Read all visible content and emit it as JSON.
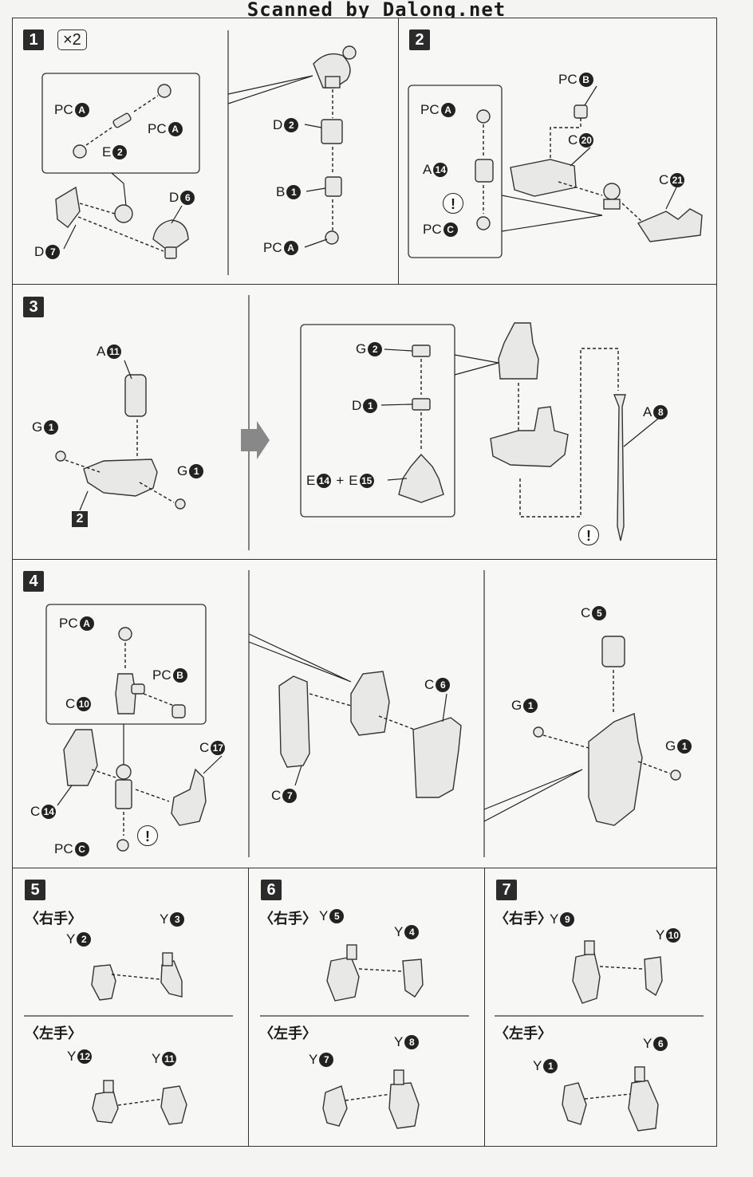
{
  "header": {
    "text": "Scanned_by_Dalong.net"
  },
  "steps": {
    "s1": {
      "number": "1",
      "multiplier": "×2",
      "labels": [
        {
          "prefix": "PC",
          "id": "A"
        },
        {
          "prefix": "PC",
          "id": "A"
        },
        {
          "prefix": "E",
          "id": "2"
        },
        {
          "prefix": "D",
          "id": "6"
        },
        {
          "prefix": "D",
          "id": "7"
        },
        {
          "prefix": "D",
          "id": "2"
        },
        {
          "prefix": "B",
          "id": "1"
        },
        {
          "prefix": "PC",
          "id": "A"
        }
      ]
    },
    "s2": {
      "number": "2",
      "labels": [
        {
          "prefix": "PC",
          "id": "B"
        },
        {
          "prefix": "PC",
          "id": "A"
        },
        {
          "prefix": "C",
          "id": "20"
        },
        {
          "prefix": "A",
          "id": "14"
        },
        {
          "prefix": "C",
          "id": "21"
        },
        {
          "prefix": "PC",
          "id": "C"
        }
      ],
      "warn": "!"
    },
    "s3": {
      "number": "3",
      "labels": [
        {
          "prefix": "A",
          "id": "11"
        },
        {
          "prefix": "G",
          "id": "1"
        },
        {
          "prefix": "G",
          "id": "1"
        },
        {
          "prefix": "G",
          "id": "2"
        },
        {
          "prefix": "D",
          "id": "1"
        },
        {
          "prefix": "A",
          "id": "8"
        }
      ],
      "combo": {
        "left": "E",
        "left_id": "14",
        "plus": "+",
        "right": "E",
        "right_id": "15"
      },
      "ref_step": "2",
      "warn": "!"
    },
    "s4": {
      "number": "4",
      "labels": [
        {
          "prefix": "PC",
          "id": "A"
        },
        {
          "prefix": "PC",
          "id": "B"
        },
        {
          "prefix": "C",
          "id": "10"
        },
        {
          "prefix": "C",
          "id": "17"
        },
        {
          "prefix": "C",
          "id": "14"
        },
        {
          "prefix": "PC",
          "id": "C"
        },
        {
          "prefix": "C",
          "id": "6"
        },
        {
          "prefix": "C",
          "id": "7"
        },
        {
          "prefix": "C",
          "id": "5"
        },
        {
          "prefix": "G",
          "id": "1"
        },
        {
          "prefix": "G",
          "id": "1"
        }
      ],
      "warn": "!"
    },
    "s5": {
      "number": "5",
      "right_hand": "〈右手〉",
      "left_hand": "〈左手〉",
      "labels": [
        {
          "prefix": "Y",
          "id": "3"
        },
        {
          "prefix": "Y",
          "id": "2"
        },
        {
          "prefix": "Y",
          "id": "12"
        },
        {
          "prefix": "Y",
          "id": "11"
        }
      ]
    },
    "s6": {
      "number": "6",
      "right_hand": "〈右手〉",
      "left_hand": "〈左手〉",
      "labels": [
        {
          "prefix": "Y",
          "id": "5"
        },
        {
          "prefix": "Y",
          "id": "4"
        },
        {
          "prefix": "Y",
          "id": "7"
        },
        {
          "prefix": "Y",
          "id": "8"
        }
      ]
    },
    "s7": {
      "number": "7",
      "right_hand": "〈右手〉",
      "left_hand": "〈左手〉",
      "labels": [
        {
          "prefix": "Y",
          "id": "9"
        },
        {
          "prefix": "Y",
          "id": "10"
        },
        {
          "prefix": "Y",
          "id": "1"
        },
        {
          "prefix": "Y",
          "id": "6"
        }
      ]
    }
  }
}
